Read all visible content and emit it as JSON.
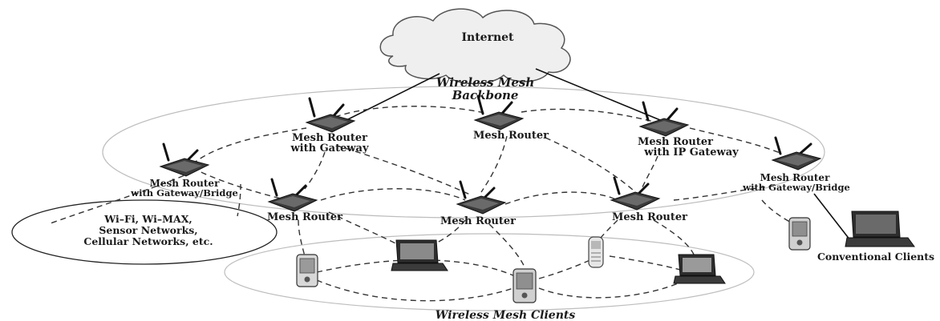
{
  "diagram": {
    "internet_label": "Internet",
    "backbone_label_line1": "Wireless Mesh",
    "backbone_label_line2": "Backbone",
    "clients_label": "Wireless Mesh Clients",
    "conventional_label": "Conventional Clients",
    "other_networks": {
      "line1": "Wi–Fi, Wi–MAX,",
      "line2": "Sensor Networks,",
      "line3": "Cellular Networks, etc."
    },
    "routers": [
      {
        "line1": "Mesh Router",
        "line2": "with Gateway"
      },
      {
        "line1": "Mesh Router",
        "line2": ""
      },
      {
        "line1": "Mesh Router",
        "line2": "with IP Gateway"
      },
      {
        "line1": "Mesh Router",
        "line2": "with Gateway/Bridge"
      },
      {
        "line1": "Mesh Router",
        "line2": "with Gateway/Bridge"
      },
      {
        "line1": "Mesh Router",
        "line2": ""
      },
      {
        "line1": "Mesh Router",
        "line2": ""
      },
      {
        "line1": "Mesh Router",
        "line2": ""
      }
    ],
    "colors": {
      "line": "#222222",
      "cloud_fill": "#f2f2f2",
      "device": "#3a3a3a"
    }
  }
}
